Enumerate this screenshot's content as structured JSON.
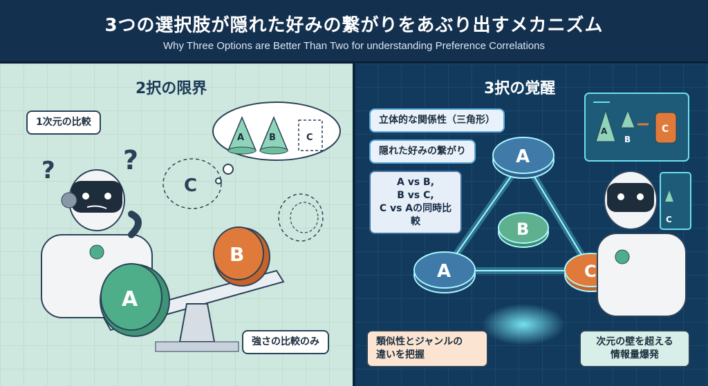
{
  "header": {
    "title": "3つの選択肢が隠れた好みの繋がりをあぶり出すメカニズム",
    "subtitle": "Why Three Options are Better Than Two for understanding Preference Correlations"
  },
  "left": {
    "title": "2択の限界",
    "one_dim": "1次元の比較",
    "thought_shapes": [
      "A",
      "B",
      "C"
    ],
    "question_marks": [
      "?",
      "?"
    ],
    "ghost_c": "C",
    "disc_a": "A",
    "disc_b": "B",
    "strength_only": "強さの比較のみ"
  },
  "right": {
    "title": "3択の覚醒",
    "triangle_label": "立体的な関係性（三角形）",
    "hidden_link": "隠れた好みの繋がり",
    "simultaneous": "A vs B,\nB vs C,\nC vs Aの同時比較",
    "node_top": "A",
    "node_mid": "B",
    "node_left": "A",
    "node_right": "C",
    "screen_letters": [
      "A",
      "B",
      "C"
    ],
    "small_screen_letter": "C",
    "genre_diff": "類似性とジャンルの\n違いを把握",
    "info_explosion": "次元の壁を超える\n情報量爆発"
  },
  "colors": {
    "disc_green": "#4fae8a",
    "disc_orange": "#e07a3a",
    "disc_blue": "#3f7aa8",
    "glow": "#5fe0f0"
  }
}
